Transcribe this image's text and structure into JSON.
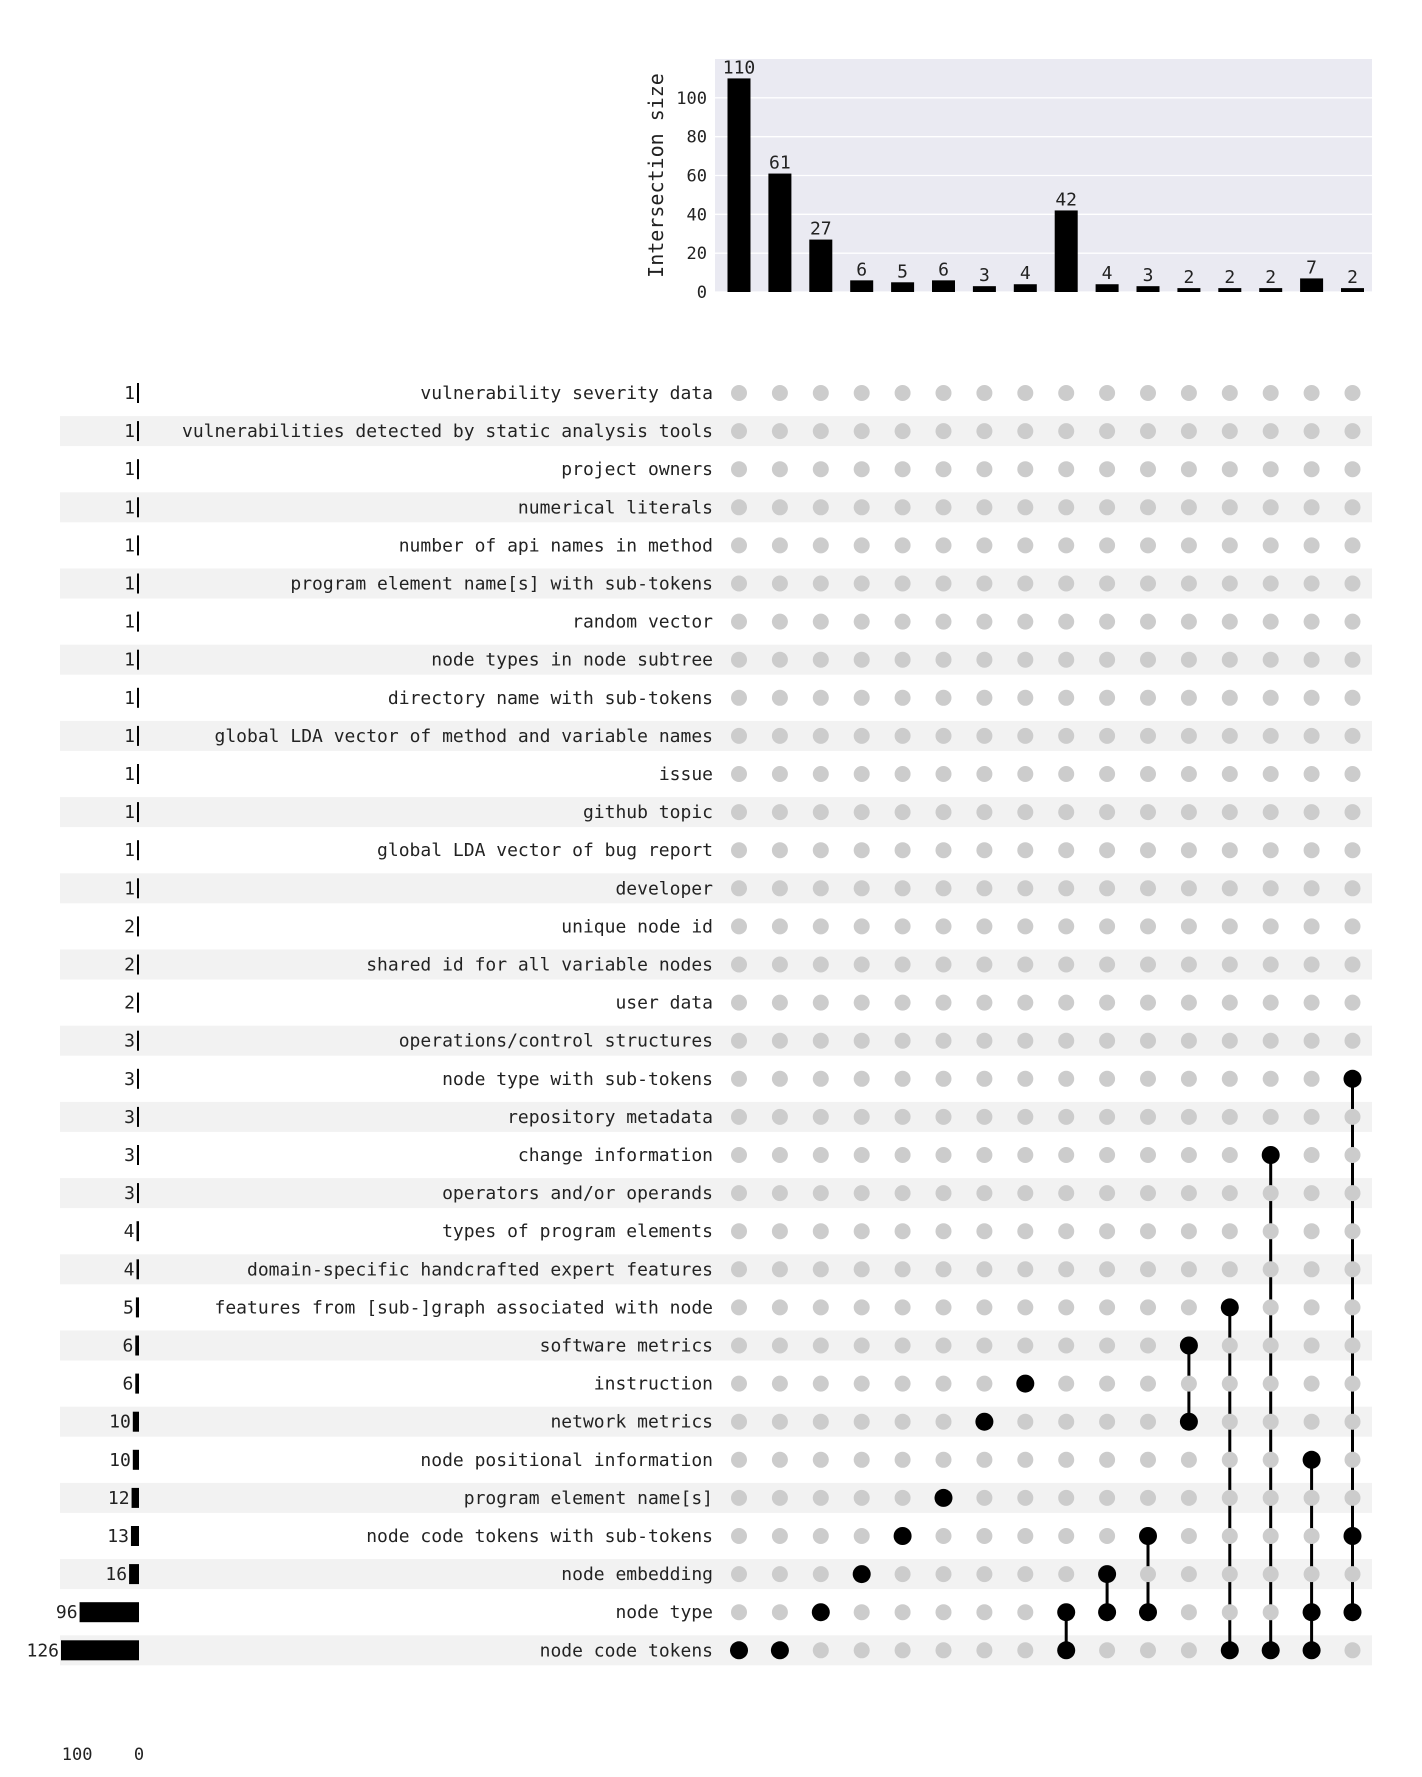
{
  "chart_data": {
    "type": "upset",
    "intersections": {
      "ylabel": "Intersection size",
      "ylim": [
        0,
        120
      ],
      "yticks": [
        0,
        20,
        40,
        60,
        80,
        100
      ],
      "values": [
        110,
        61,
        27,
        6,
        5,
        6,
        3,
        4,
        42,
        4,
        3,
        2,
        2,
        2,
        7,
        2
      ],
      "members": [
        [
          "node code tokens"
        ],
        [
          "node code tokens"
        ],
        [
          "node type"
        ],
        [
          "node embedding"
        ],
        [
          "node code tokens with sub-tokens"
        ],
        [
          "program element name[s]"
        ],
        [
          "network metrics"
        ],
        [
          "instruction"
        ],
        [
          "node type",
          "node code tokens"
        ],
        [
          "node embedding",
          "node type"
        ],
        [
          "node code tokens with sub-tokens",
          "node type"
        ],
        [
          "software metrics",
          "network metrics"
        ],
        [
          "features from [sub-]graph associated with node",
          "node code tokens"
        ],
        [
          "change information",
          "node code tokens"
        ],
        [
          "node positional information",
          "node type",
          "node code tokens"
        ],
        [
          "node type with sub-tokens",
          "node code tokens with sub-tokens",
          "node type"
        ]
      ]
    },
    "sets": {
      "names": [
        "vulnerability severity data",
        "vulnerabilities detected by static analysis tools",
        "project owners",
        "numerical literals",
        "number of api names in method",
        "program element name[s] with sub-tokens",
        "random vector",
        "node types in node subtree",
        "directory name with sub-tokens",
        "global LDA vector of method and variable names",
        "issue",
        "github topic",
        "global LDA vector of bug report",
        "developer",
        "unique node id",
        "shared id for all variable nodes",
        "user data",
        "operations/control structures",
        "node type with sub-tokens",
        "repository metadata",
        "change information",
        "operators and/or operands",
        "types of program elements",
        "domain-specific handcrafted expert features",
        "features from [sub-]graph associated with node",
        "software metrics",
        "instruction",
        "network metrics",
        "node positional information",
        "program element name[s]",
        "node code tokens with sub-tokens",
        "node embedding",
        "node type",
        "node code tokens"
      ],
      "sizes": [
        1,
        1,
        1,
        1,
        1,
        1,
        1,
        1,
        1,
        1,
        1,
        1,
        1,
        1,
        2,
        2,
        2,
        3,
        3,
        3,
        3,
        3,
        4,
        4,
        5,
        6,
        6,
        10,
        10,
        12,
        13,
        16,
        96,
        126
      ],
      "xticks": [
        100,
        0
      ],
      "xlim": [
        0,
        130
      ]
    },
    "colors": {
      "active": "#000000",
      "inactive": "#cccccc",
      "panel_background": "#eaeaf2",
      "stripe": "#f2f2f2"
    }
  }
}
